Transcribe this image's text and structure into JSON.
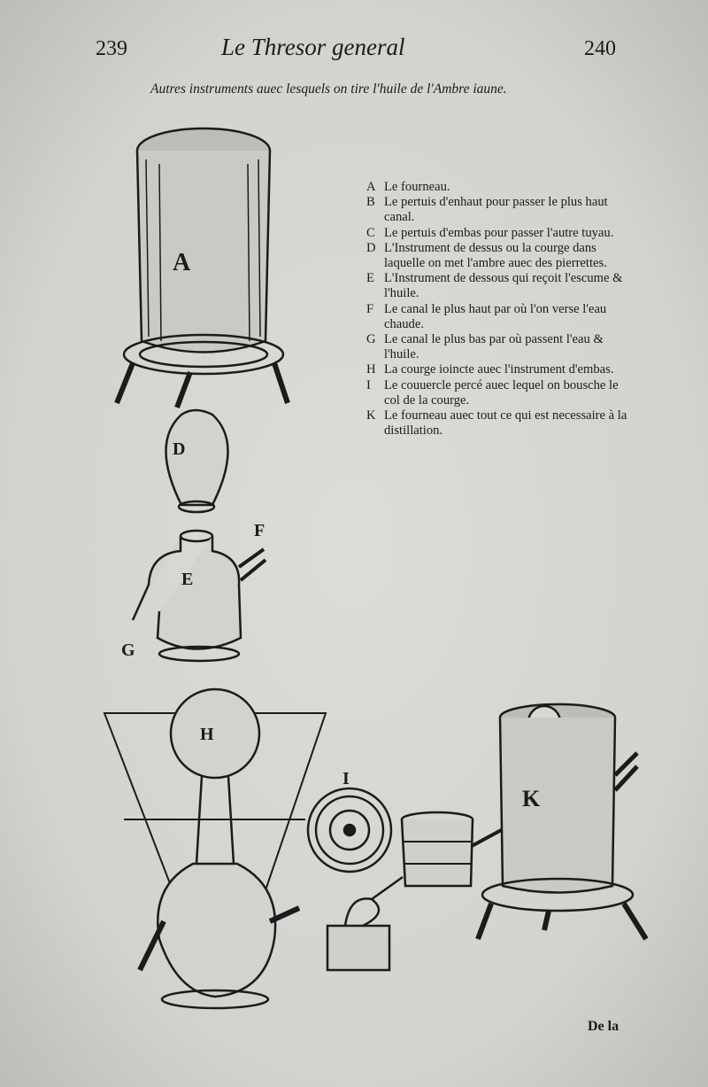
{
  "header": {
    "page_left": "239",
    "running_title": "Le Thresor general",
    "page_right": "240"
  },
  "subtitle": "Autres instruments auec lesquels on tire l'huile de l'Ambre iaune.",
  "legend": [
    {
      "key": "A",
      "text": "Le fourneau."
    },
    {
      "key": "B",
      "text": "Le pertuis d'enhaut pour passer le plus haut canal."
    },
    {
      "key": "C",
      "text": "Le pertuis d'embas pour passer l'autre tuyau."
    },
    {
      "key": "D",
      "text": "L'Instrument de dessus ou la courge dans laquelle on met l'ambre auec des pierrettes."
    },
    {
      "key": "E",
      "text": "L'Instrument de dessous qui reçoit l'escume & l'huile."
    },
    {
      "key": "F",
      "text": "Le canal le plus haut par où l'on verse l'eau chaude."
    },
    {
      "key": "G",
      "text": "Le canal le plus bas par où passent l'eau & l'huile."
    },
    {
      "key": "H",
      "text": "La courge ioincte auec l'instrument d'embas."
    },
    {
      "key": "I",
      "text": "Le couuercle percé auec lequel on bousche le col de la courge."
    },
    {
      "key": "K",
      "text": "Le fourneau auec tout ce qui est necessaire à la distillation."
    }
  ],
  "figure_labels": {
    "A": "A",
    "D": "D",
    "E": "E",
    "F": "F",
    "G": "G",
    "H": "H",
    "I": "I",
    "K": "K"
  },
  "catchword": "De la"
}
